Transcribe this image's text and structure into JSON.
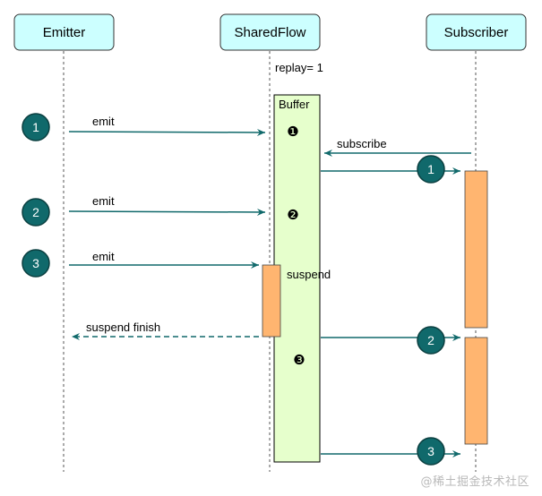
{
  "colors": {
    "lifeline_box_fill": "#CCFFFF",
    "lifeline_box_stroke": "#333333",
    "buffer_fill": "#E6FFCC",
    "activation_fill": "#FFB570",
    "arrow": "#10696B",
    "badge_fill": "#10696B",
    "badge_stroke": "#0B3F40"
  },
  "participants": {
    "emitter": "Emitter",
    "sharedflow": "SharedFlow",
    "subscriber": "Subscriber"
  },
  "replay_label": "replay= 1",
  "buffer_label": "Buffer",
  "buffer_slots": [
    "❶",
    "❷",
    "❸"
  ],
  "emitter_steps": [
    "1",
    "2",
    "3"
  ],
  "delivery_steps": [
    "1",
    "2",
    "3"
  ],
  "messages": {
    "emit1": "emit",
    "emit2": "emit",
    "emit3": "emit",
    "subscribe": "subscribe",
    "suspend": "suspend",
    "suspend_finish": "suspend finish"
  },
  "watermark": "@稀土掘金技术社区"
}
